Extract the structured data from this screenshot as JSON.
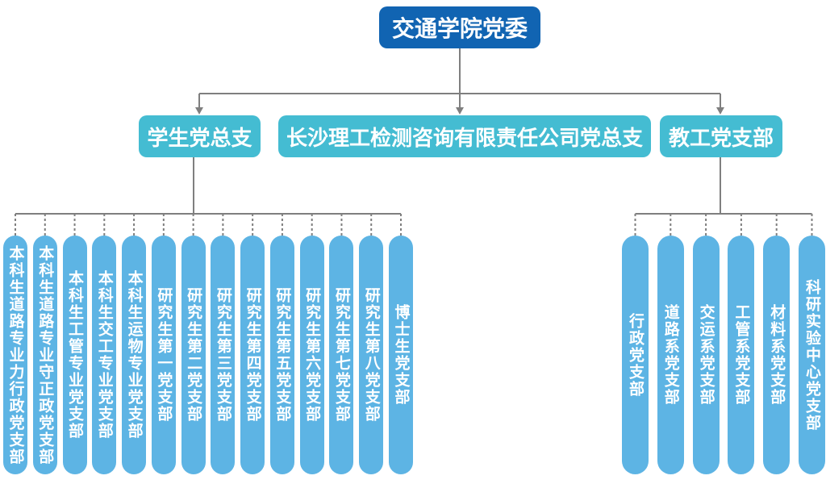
{
  "nodes": {
    "root": {
      "label": "交通学院党委"
    },
    "level2": [
      {
        "label": "学生党总支"
      },
      {
        "label": "长沙理工检测咨询有限责任公司党总支"
      },
      {
        "label": "教工党支部"
      }
    ],
    "student_branches": [
      "本科生道路专业力行政党支部",
      "本科生道路专业守正政党支部",
      "本科生工管专业党支部",
      "本科生交工专业党支部",
      "本科生运物专业党支部",
      "研究生第一党支部",
      "研究生第二党支部",
      "研究生第三党支部",
      "研究生第四党支部",
      "研究生第五党支部",
      "研究生第六党支部",
      "研究生第七党支部",
      "研究生第八党支部",
      "博士生党支部"
    ],
    "faculty_branches": [
      "行政党支部",
      "道路系党支部",
      "交运系党支部",
      "工管系党支部",
      "材料系党支部",
      "科研实验中心党支部"
    ]
  },
  "colors": {
    "root_box": "#1164b2",
    "level2_box": "#44bcd2",
    "branch_pill": "#5db4e4",
    "connector": "#7f7f7f",
    "text": "#ffffff",
    "background": "#ffffff"
  }
}
